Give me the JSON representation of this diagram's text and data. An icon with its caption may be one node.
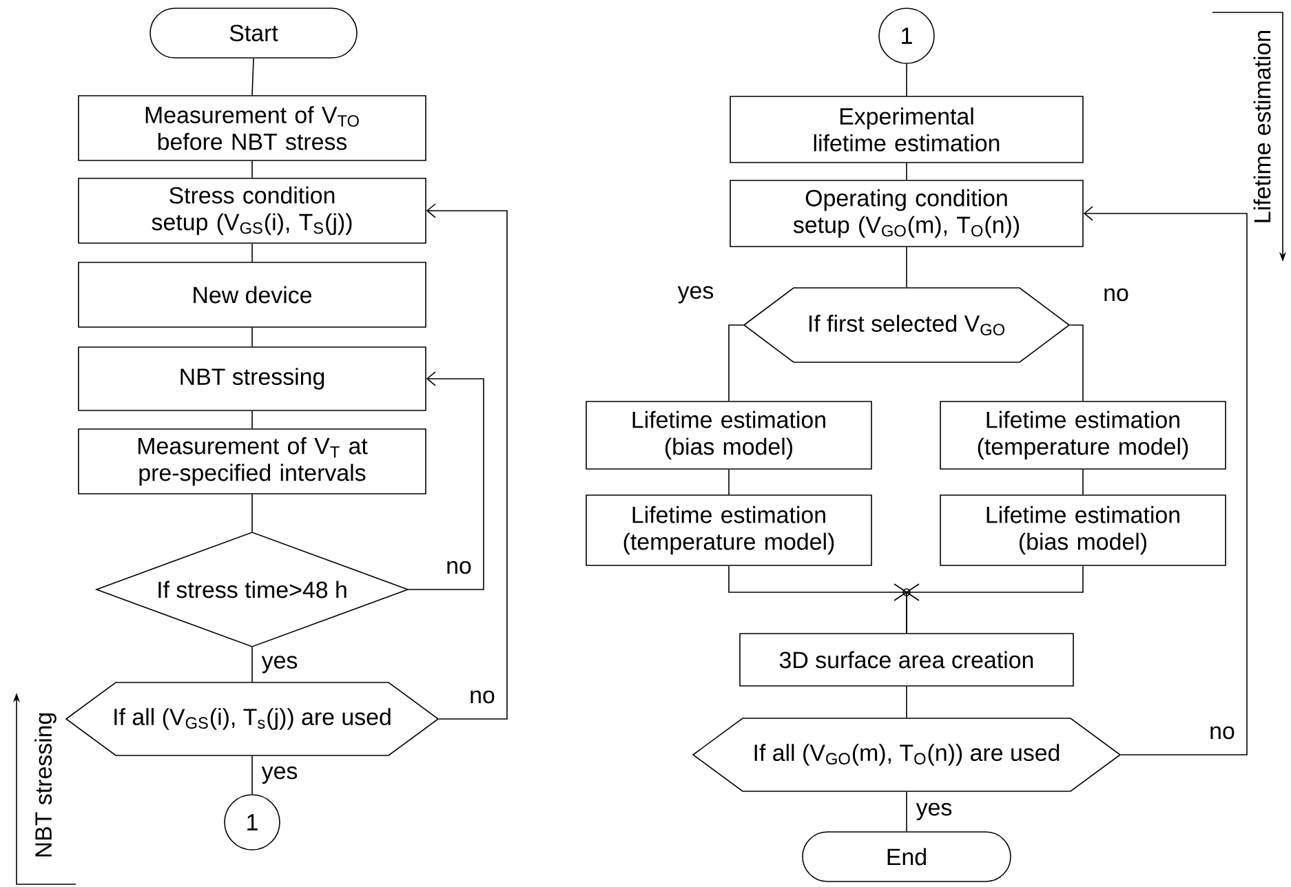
{
  "diagram": {
    "nodes": [
      {
        "text": [
          "Start"
        ]
      },
      {
        "text": [
          "Measurement of V$_{TO}$ before NBT stress"
        ]
      },
      {
        "text": [
          "Stress condition setup (V$_{GS}$(i), T$_{S}$(j))"
        ]
      },
      {
        "text": [
          "New device"
        ]
      },
      {
        "text": [
          "NBT stressing"
        ]
      },
      {
        "text": [
          "Measurement of V$_{T}$ at pre-specified intervals"
        ]
      },
      {
        "text": [
          "If stress time>48 h"
        ]
      },
      {
        "text": [
          "If all (V$_{GS}$(i), T$_{s}$(j)) are used"
        ]
      },
      {
        "text": [
          "1"
        ]
      },
      {
        "text": [
          "1"
        ]
      },
      {
        "text": [
          "Experimental lifetime estimation"
        ]
      },
      {
        "text": [
          "Operating condition setup (V$_{GO}$(m), T$_{O}$(n))"
        ]
      },
      {
        "text": [
          "If first selected V$_{GO}$"
        ]
      },
      {
        "text": [
          "Lifetime estimation (bias model)"
        ]
      },
      {
        "text": [
          "Lifetime estimation (temperature model)"
        ]
      },
      {
        "text": [
          "Lifetime estimation (temperature model)"
        ]
      },
      {
        "text": [
          "Lifetime estimation (bias model)"
        ]
      },
      {
        "text": [
          "3D surface area creation"
        ]
      },
      {
        "text": [
          "If all (V$_{GO}$(m), T$_{O}$(n)) are used"
        ]
      },
      {
        "text": [
          "End"
        ]
      }
    ],
    "edges": [
      {
        "from": 0,
        "to": 1,
        "arrow": "none"
      },
      {
        "from": 1,
        "to": 2,
        "arrow": "none"
      },
      {
        "from": 2,
        "to": 3,
        "arrow": "none"
      },
      {
        "from": 3,
        "to": 4,
        "arrow": "none"
      },
      {
        "from": 4,
        "to": 5,
        "arrow": "none"
      },
      {
        "from": 5,
        "to": 6,
        "arrow": "none"
      },
      {
        "from": 6,
        "to": 7,
        "arrow": "none",
        "label": "yes"
      },
      {
        "from": 6,
        "to": 4,
        "arrow": "to",
        "label": "no"
      },
      {
        "from": 7,
        "to": 8,
        "arrow": "none",
        "label": "yes"
      },
      {
        "from": 7,
        "to": 2,
        "arrow": "to",
        "label": "no"
      },
      {
        "from": 9,
        "to": 10,
        "arrow": "none"
      },
      {
        "from": 10,
        "to": 11,
        "arrow": "none"
      },
      {
        "from": 11,
        "to": 12,
        "arrow": "none"
      },
      {
        "from": 12,
        "to": 13,
        "arrow": "none",
        "label": "yes"
      },
      {
        "from": 12,
        "to": 14,
        "arrow": "none",
        "label": "no"
      },
      {
        "from": 13,
        "to": 15,
        "arrow": "none"
      },
      {
        "from": 14,
        "to": 16,
        "arrow": "none"
      },
      {
        "from": 15,
        "to": 17,
        "arrow": "none"
      },
      {
        "from": 16,
        "to": 17,
        "arrow": "none"
      },
      {
        "from": 17,
        "to": 18,
        "arrow": "none"
      },
      {
        "from": 18,
        "to": 19,
        "arrow": "none",
        "label": "yes"
      },
      {
        "from": 18,
        "to": 11,
        "arrow": "to",
        "label": "no"
      }
    ],
    "labels": [
      "NBT stressing",
      "Lifetime estimation"
    ]
  }
}
